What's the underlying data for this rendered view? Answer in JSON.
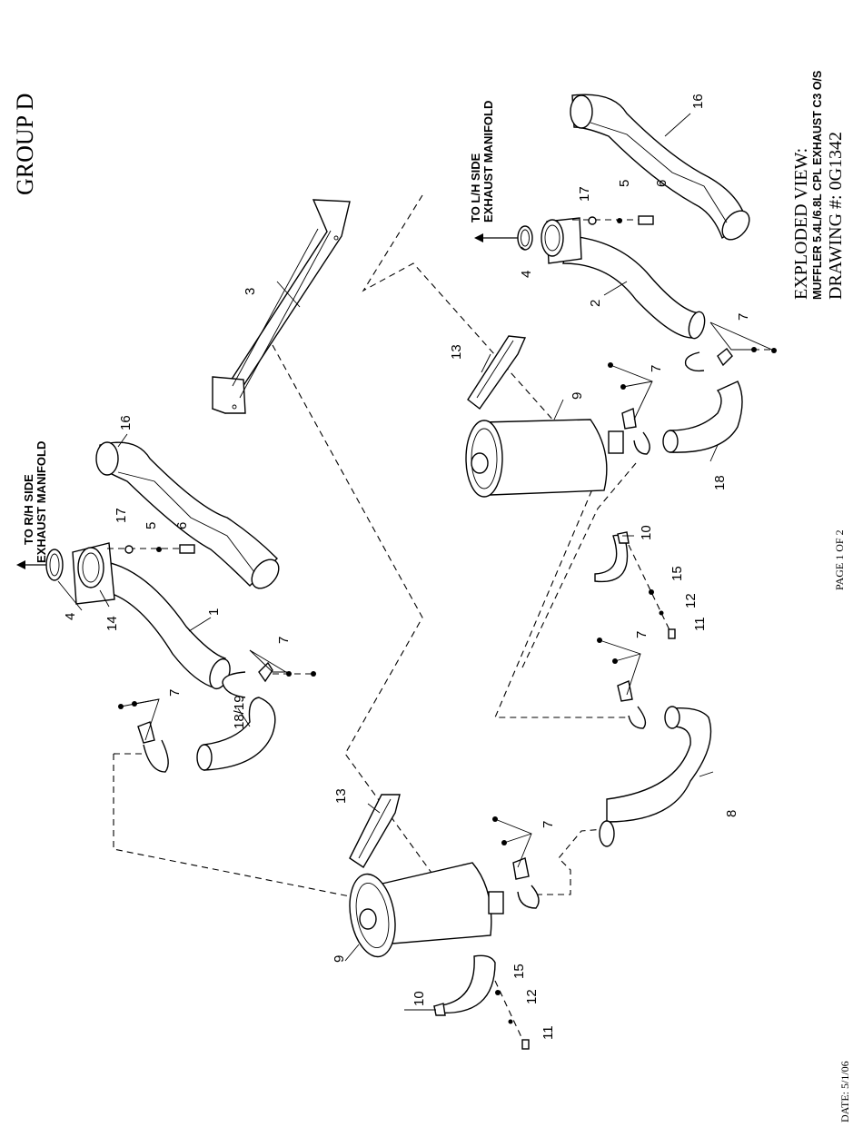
{
  "header": {
    "group": "GROUP D",
    "date": "DATE: 5/1/06",
    "page": "PAGE 1 OF 2"
  },
  "title_block": {
    "line1": "EXPLODED VIEW:",
    "line2": "MUFFLER 5.4L/6.8L CPL EXHAUST C3 O/S",
    "line3": "DRAWING #: 0G1342"
  },
  "callouts": {
    "rh_side": [
      "TO R/H SIDE",
      "EXHAUST MANIFOLD"
    ],
    "lh_side": [
      "TO L/H SIDE",
      "EXHAUST MANIFOLD"
    ]
  },
  "part_numbers": {
    "p1": "1",
    "p2": "2",
    "p3": "3",
    "p4a": "4",
    "p4b": "4",
    "p5a": "5",
    "p5b": "5",
    "p6a": "6",
    "p6b": "6",
    "p7a": "7",
    "p7b": "7",
    "p7c": "7",
    "p7d": "7",
    "p7e": "7",
    "p7f": "7",
    "p8": "8",
    "p9a": "9",
    "p9b": "9",
    "p10a": "10",
    "p10b": "10",
    "p11a": "11",
    "p11b": "11",
    "p12a": "12",
    "p12b": "12",
    "p13a": "13",
    "p13b": "13",
    "p14": "14",
    "p15a": "15",
    "p15b": "15",
    "p16a": "16",
    "p16b": "16",
    "p17a": "17",
    "p17b": "17",
    "p18": "18",
    "p1819": "18/19"
  }
}
